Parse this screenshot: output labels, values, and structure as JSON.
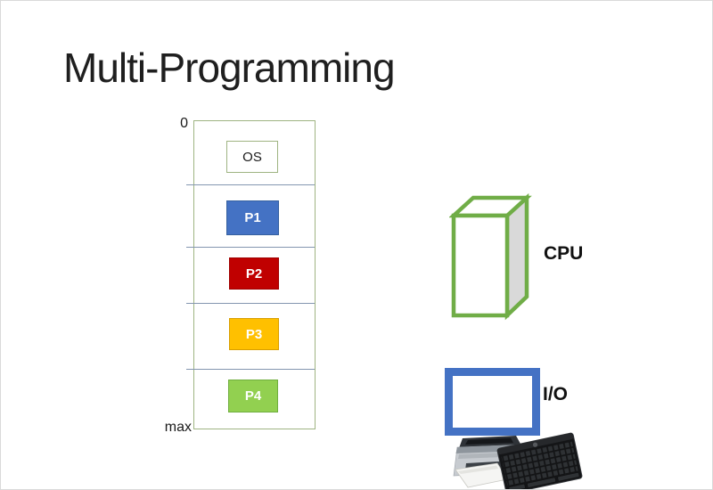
{
  "slide": {
    "title": "Multi-Programming",
    "background_color": "#FFFFFF"
  },
  "memory": {
    "start_label": "0",
    "end_label": "max",
    "outline_color": "#9FB482",
    "divider_color": "#8496B0",
    "os_box": {
      "label": "OS",
      "fill": "#FFFFFF",
      "border": "#9FB482",
      "text_color": "#1A1A1A"
    },
    "processes": [
      {
        "label": "P1",
        "fill": "#4472C4",
        "border": "#35609F",
        "text_color": "#FFFFFF"
      },
      {
        "label": "P2",
        "fill": "#C00000",
        "border": "#9E0000",
        "text_color": "#FFFFFF"
      },
      {
        "label": "P3",
        "fill": "#FFC000",
        "border": "#D89E00",
        "text_color": "#FFFFFF"
      },
      {
        "label": "P4",
        "fill": "#92D050",
        "border": "#6FAE3E",
        "text_color": "#FFFFFF"
      }
    ]
  },
  "cpu": {
    "label": "CPU",
    "outline_color": "#70AD47",
    "front_fill": "#FFFFFF",
    "side_fill": "#D9D9D9"
  },
  "io": {
    "label": "I/O",
    "border_color": "#4472C4",
    "fill": "#FFFFFF"
  },
  "device_icons": [
    "printer-icon",
    "keyboard-icon"
  ]
}
